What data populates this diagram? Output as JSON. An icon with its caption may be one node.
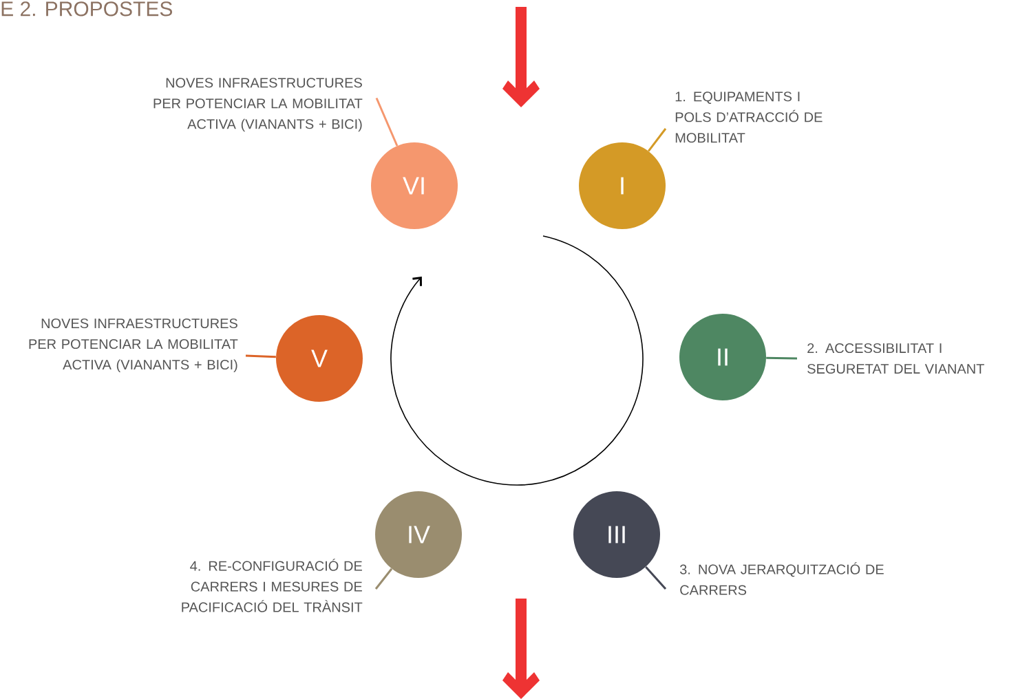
{
  "diagram": {
    "title": "E 2. PROPOSTES",
    "nodes": [
      {
        "text": [
          "NOVES INFRAESTRUCTURES PER POTENCIAR LA MOBILITAT ACTIVA (VIANANTS + BICI)"
        ]
      },
      {
        "text": [
          "1. EQUIPAMENTS I POLS D’ATRACCIÓ DE MOBILITAT"
        ]
      },
      {
        "text": [
          "VI"
        ]
      },
      {
        "text": [
          "I"
        ]
      },
      {
        "text": [
          "II"
        ]
      },
      {
        "text": [
          "2. ACCESSIBILITAT I SEGURETAT DEL VIANANT"
        ]
      },
      {
        "text": [
          "NOVES INFRAESTRUCTURES PER POTENCIAR LA MOBILITAT ACTIVA (VIANANTS + BICI)"
        ]
      },
      {
        "text": [
          "V"
        ]
      },
      {
        "text": [
          "IV"
        ]
      },
      {
        "text": [
          "III"
        ]
      },
      {
        "text": [
          "4. RE-CONFIGURACIÓ DE CARRERS I MESURES DE PACIFICACIÓ DEL TRÀNSIT"
        ]
      },
      {
        "text": [
          "3. NOVA JERARQUITZACIÓ DE CARRERS"
        ]
      }
    ],
    "edges": [
      {
        "from": 0,
        "to": 2,
        "arrow": "none",
        "color": "#f5976e"
      },
      {
        "from": 1,
        "to": 3,
        "arrow": "none",
        "color": "#d49a26"
      },
      {
        "from": 5,
        "to": 4,
        "arrow": "none",
        "color": "#4e8762"
      },
      {
        "from": 6,
        "to": 7,
        "arrow": "none",
        "color": "#dc6428"
      },
      {
        "from": 10,
        "to": 8,
        "arrow": "none",
        "color": "#9a8d6f"
      },
      {
        "from": 11,
        "to": 9,
        "arrow": "none",
        "color": "#454855"
      }
    ]
  }
}
